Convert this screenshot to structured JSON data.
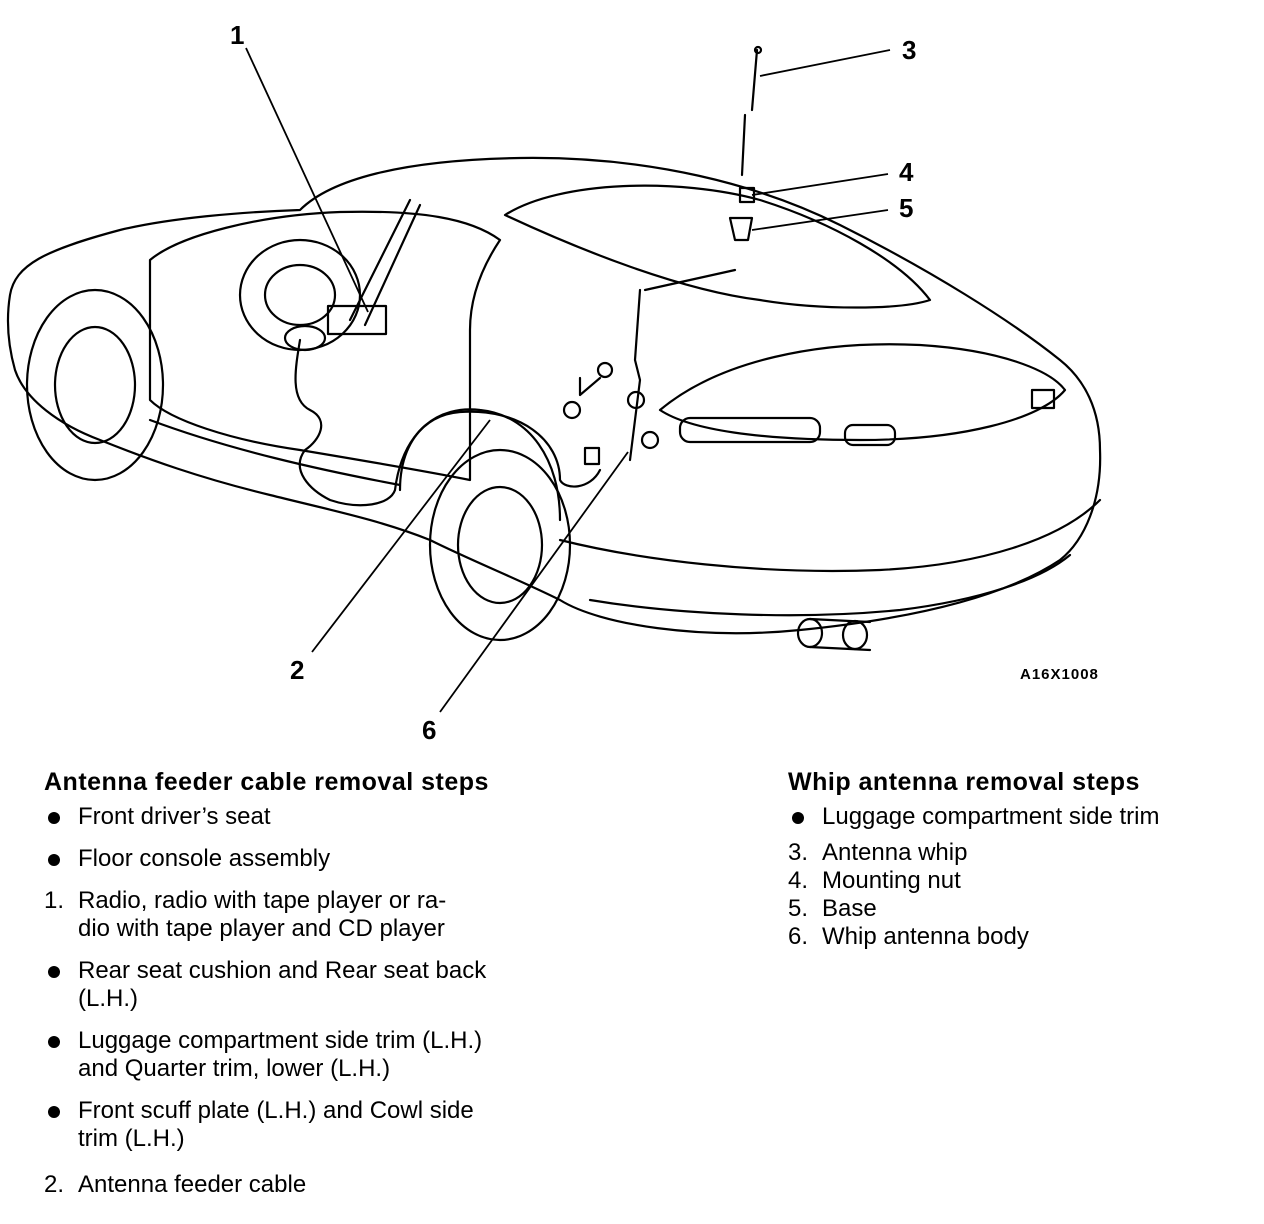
{
  "callouts": [
    "1",
    "2",
    "3",
    "4",
    "5",
    "6"
  ],
  "figure_code": "A16X1008",
  "feeder_section": {
    "title": "Antenna feeder cable removal steps",
    "items": [
      {
        "marker": "bullet",
        "text": "Front driver’s seat"
      },
      {
        "marker": "bullet",
        "text": "Floor console assembly"
      },
      {
        "marker": "1.",
        "lines": [
          "Radio, radio with tape player or ra-",
          "dio with tape player and CD player"
        ]
      },
      {
        "marker": "bullet",
        "lines": [
          "Rear seat cushion and Rear seat back",
          "(L.H.)"
        ]
      },
      {
        "marker": "bullet",
        "lines": [
          "Luggage compartment side trim (L.H.)",
          "and Quarter trim, lower (L.H.)"
        ]
      },
      {
        "marker": "bullet",
        "lines": [
          "Front scuff plate (L.H.) and Cowl side",
          "trim (L.H.)"
        ]
      },
      {
        "marker": "2.",
        "text": "Antenna feeder cable"
      }
    ]
  },
  "whip_section": {
    "title": "Whip antenna removal steps",
    "items": [
      {
        "marker": "bullet",
        "text": "Luggage compartment side trim"
      },
      {
        "marker": "3.",
        "text": "Antenna whip"
      },
      {
        "marker": "4.",
        "text": "Mounting nut"
      },
      {
        "marker": "5.",
        "text": "Base"
      },
      {
        "marker": "6.",
        "text": "Whip antenna body"
      }
    ]
  }
}
